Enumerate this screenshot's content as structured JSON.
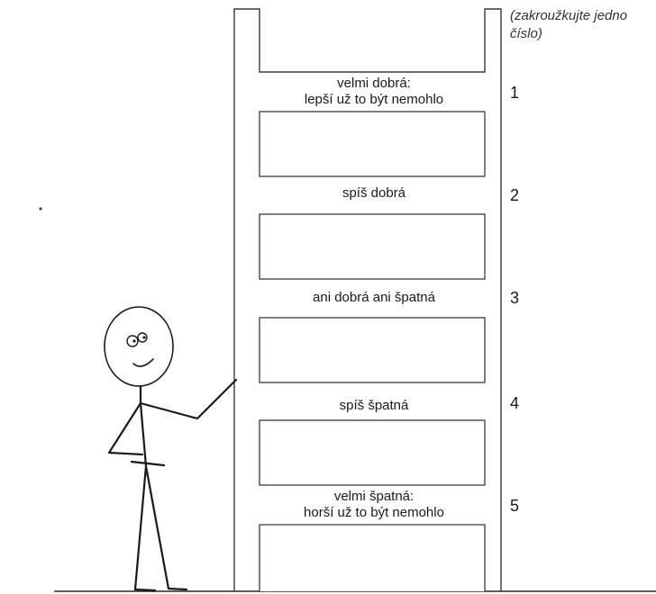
{
  "instruction": {
    "line1": "(zakroužkujte jedno",
    "line2": "číslo)"
  },
  "ladder": {
    "options": [
      {
        "number": "1",
        "label_line1": "velmi dobrá:",
        "label_line2": "lepší už to být nemohlo"
      },
      {
        "number": "2",
        "label_line1": "spíš dobrá",
        "label_line2": ""
      },
      {
        "number": "3",
        "label_line1": "ani dobrá ani špatná",
        "label_line2": ""
      },
      {
        "number": "4",
        "label_line1": "spíš špatná",
        "label_line2": ""
      },
      {
        "number": "5",
        "label_line1": "velmi špatná:",
        "label_line2": "horší už to být nemohlo"
      }
    ]
  }
}
